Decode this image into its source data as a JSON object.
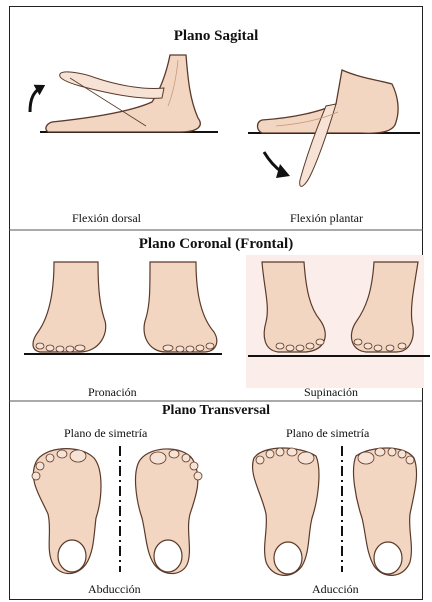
{
  "sections": {
    "sagittal": {
      "title": "Plano Sagital",
      "left_label": "Flexión dorsal",
      "right_label": "Flexión plantar"
    },
    "coronal": {
      "title": "Plano Coronal (Frontal)",
      "left_label": "Pronación",
      "right_label": "Supinación"
    },
    "transverse": {
      "title": "Plano Transversal",
      "symmetry_left": "Plano de simetría",
      "symmetry_right": "Plano de simetría",
      "left_label": "Abducción",
      "right_label": "Aducción"
    }
  },
  "colors": {
    "skin": "#f3d6c2",
    "skin_shade": "#d9a98a",
    "outline": "#5a3a2a",
    "pink_bg": "#fbeeea"
  }
}
